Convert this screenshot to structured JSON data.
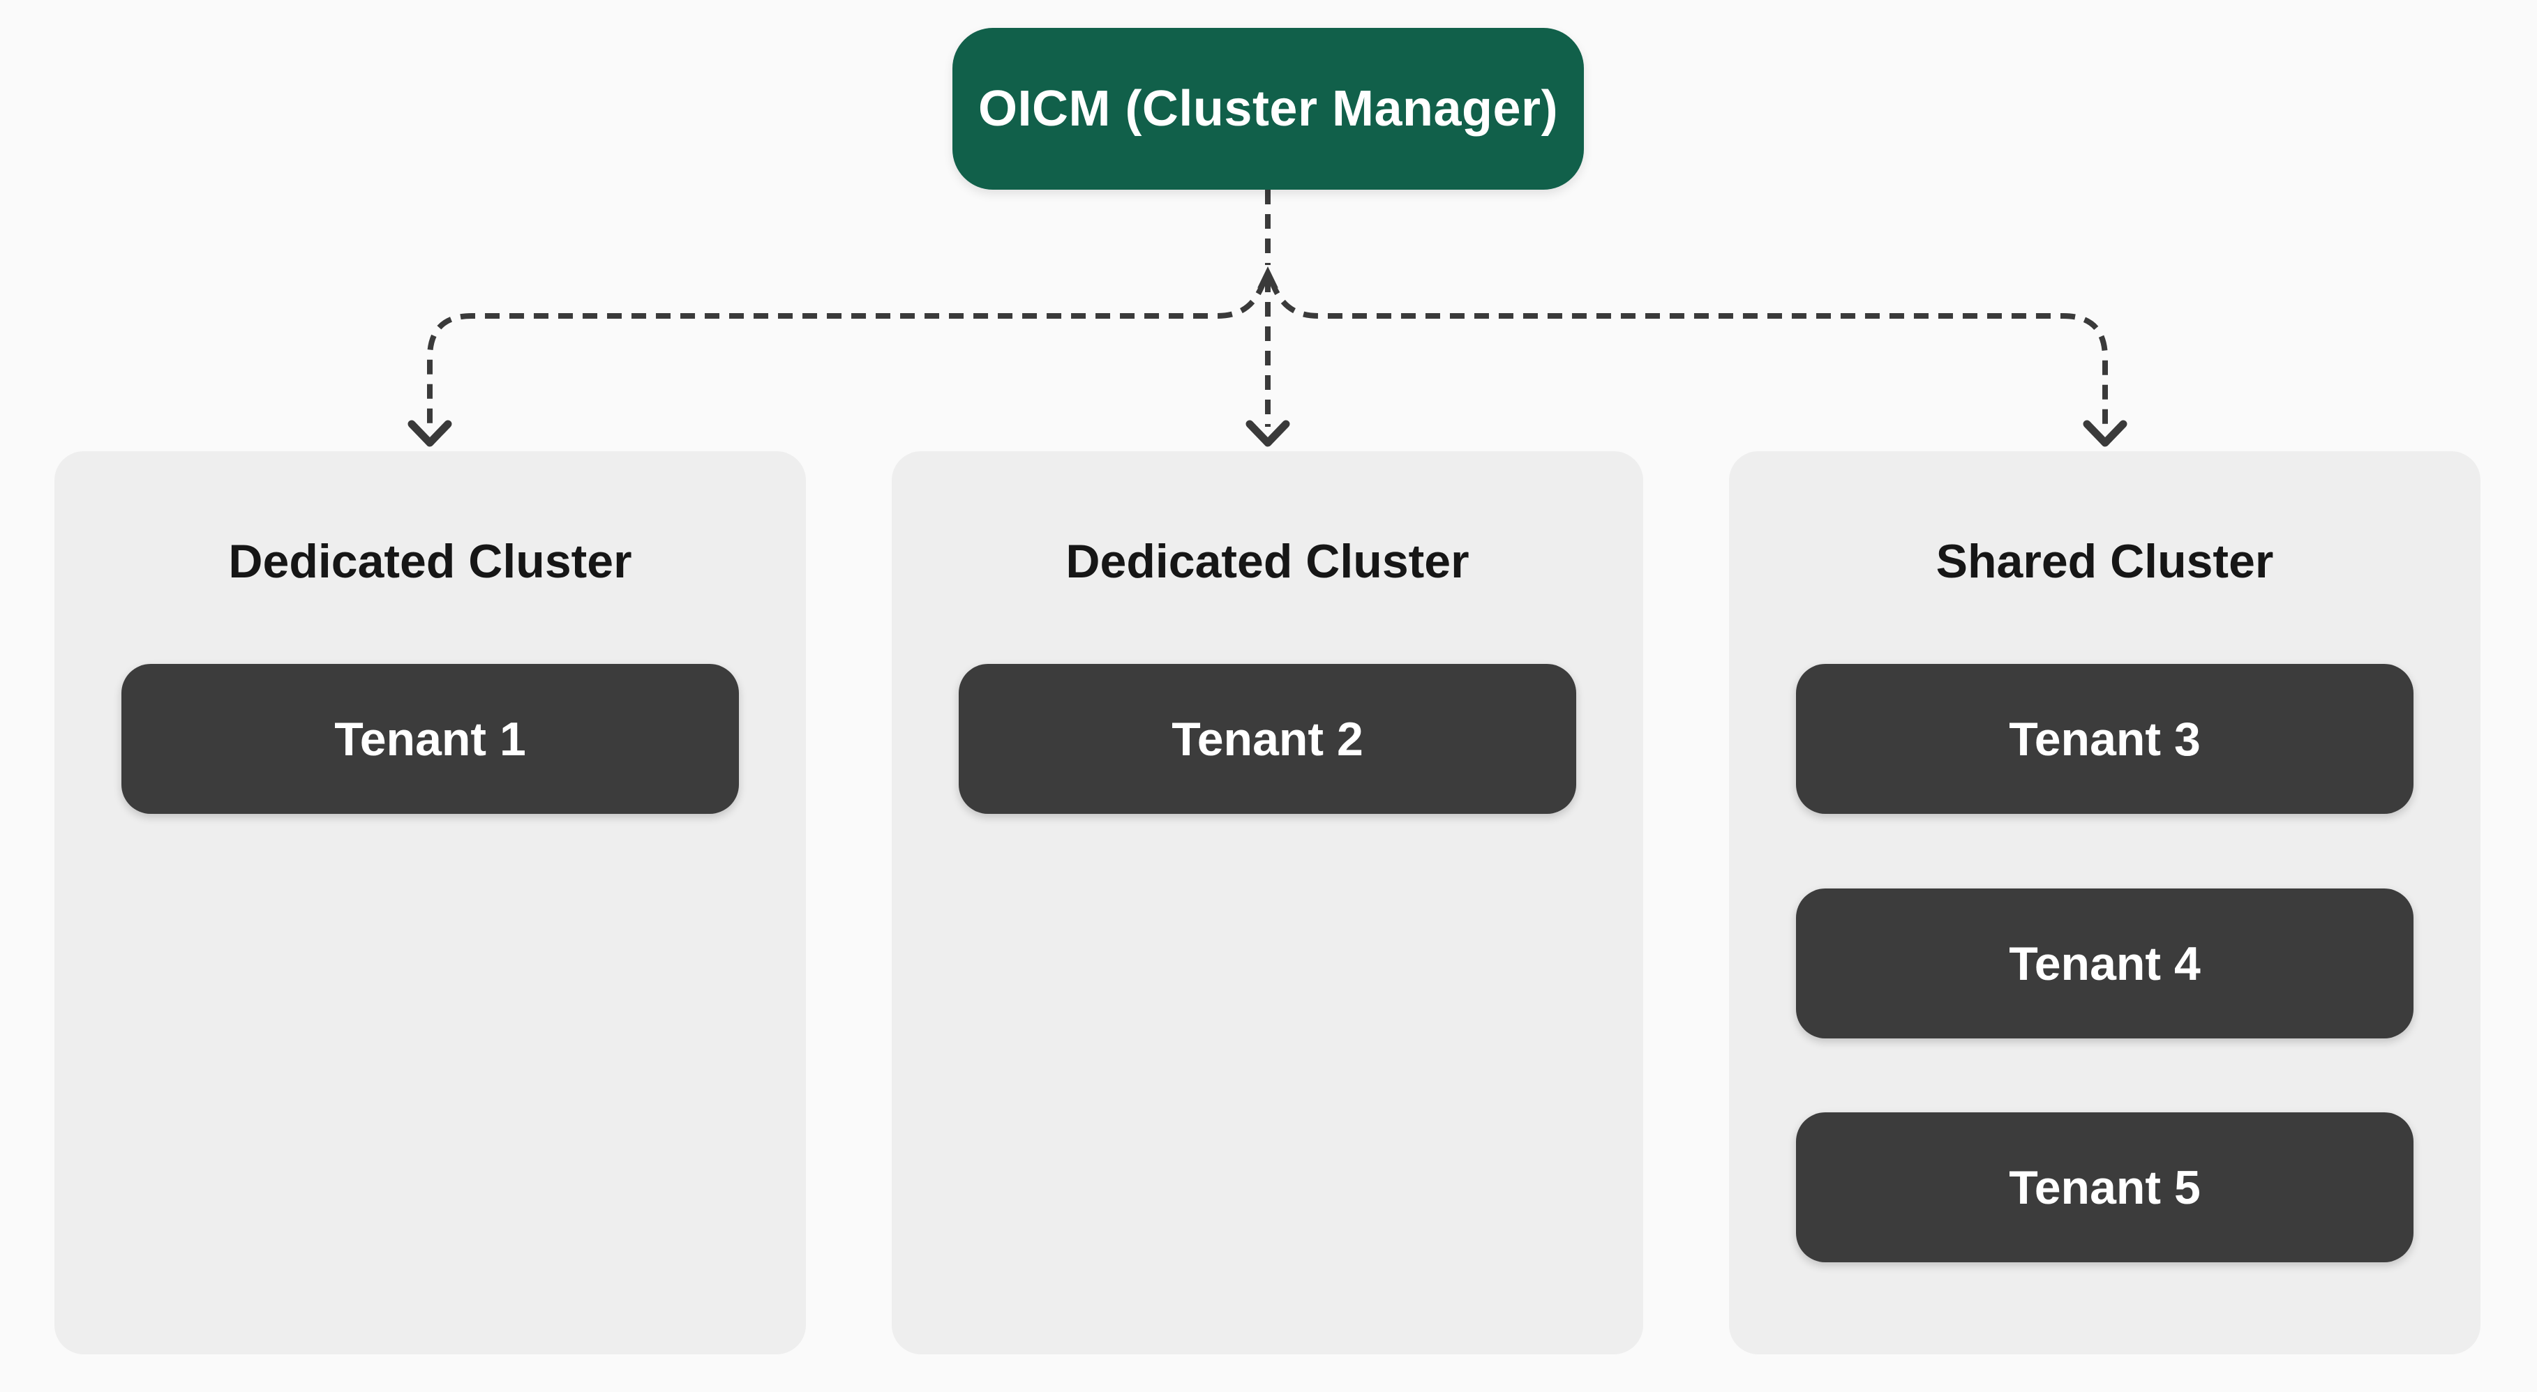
{
  "diagram": {
    "root": {
      "label": "OICM (Cluster Manager)"
    },
    "clusters": [
      {
        "title": "Dedicated Cluster",
        "tenants": [
          "Tenant 1"
        ]
      },
      {
        "title": "Dedicated Cluster",
        "tenants": [
          "Tenant 2"
        ]
      },
      {
        "title": "Shared Cluster",
        "tenants": [
          "Tenant 3",
          "Tenant 4",
          "Tenant 5"
        ]
      }
    ],
    "colors": {
      "page_bg": "#FAFAFA",
      "root_node_bg": "#11604A",
      "root_node_text": "#FFFFFF",
      "cluster_bg": "#EEEEEE",
      "cluster_title_text": "#161616",
      "tenant_bg": "#3C3C3C",
      "tenant_text": "#FFFFFF",
      "connector_line": "#3A3A3A"
    },
    "connector_style": "dashed-with-arrowheads"
  }
}
